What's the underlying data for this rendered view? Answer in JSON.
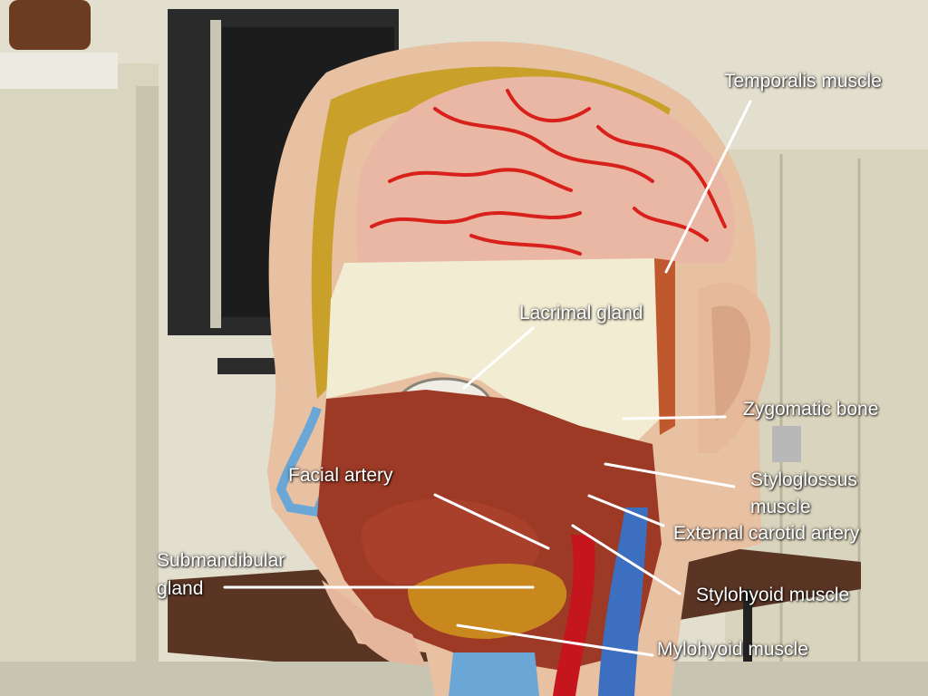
{
  "labels": {
    "temporalis": "Temporalis muscle",
    "lacrimal": "Lacrimal gland",
    "zygomatic": "Zygomatic bone",
    "facial_artery": "Facial artery",
    "styloglossus_line1": "Styloglossus",
    "styloglossus_line2": "muscle",
    "external_carotid": "External carotid artery",
    "submandibular_line1": "Submandibular",
    "submandibular_line2": "gland",
    "stylohyoid": "Stylohyoid muscle",
    "mylohyoid": "Mylohyoid muscle"
  },
  "colors": {
    "label_text": "#ffffff",
    "pointer_line": "#ffffff",
    "brain": "#e9b7a3",
    "brain_vessels": "#d9211c",
    "skull_bone": "#f1ecd2",
    "skin": "#e8c0a2",
    "muscle": "#9c3a26",
    "gland": "#c8881e",
    "vein": "#3d6fc0",
    "artery": "#c4161c",
    "wall": "#e3dfcf",
    "cabinet": "#d9d6c0",
    "monitor": "#1c1c1c",
    "table": "#5a3524"
  }
}
